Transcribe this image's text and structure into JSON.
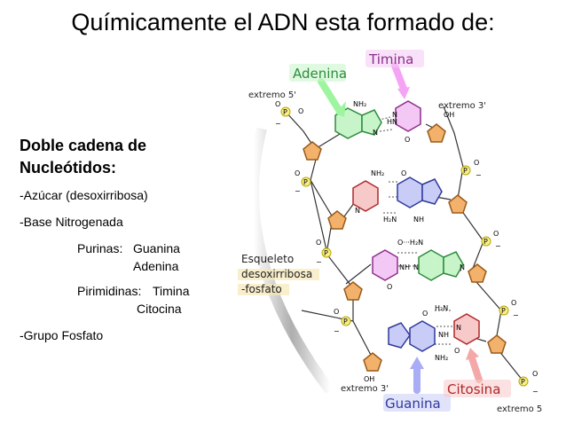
{
  "title": "Químicamente el ADN esta formado de:",
  "left_panel": {
    "heading": "Doble cadena de Nucleótidos:",
    "items": [
      {
        "text": "-Azúcar (desoxirribosa)"
      },
      {
        "text": "-Base Nitrogenada"
      },
      {
        "prefix": "Purinas:",
        "values": [
          "Guanina",
          "Adenina"
        ]
      },
      {
        "prefix": "Pirimidinas:",
        "values": [
          "Timina",
          "Citocina"
        ]
      },
      {
        "text": "-Grupo Fosfato"
      }
    ]
  },
  "diagram": {
    "bases": {
      "adenina": {
        "label": "Adenina",
        "color": "#2e8b3f",
        "fill": "#c7f5c9"
      },
      "timina": {
        "label": "Timina",
        "color": "#8b2e8b",
        "fill": "#f4c8f4"
      },
      "guanina": {
        "label": "Guanina",
        "color": "#2e3a9b",
        "fill": "#c9ccf7"
      },
      "citosina": {
        "label": "Citosina",
        "color": "#b02828",
        "fill": "#f7c9c9"
      }
    },
    "ends": {
      "top_left": "extremo 5'",
      "top_right": "extremo 3'",
      "bottom_left": "extremo 3'",
      "bottom_right": "extremo 5"
    },
    "backbone": [
      "Esqueleto",
      "desoxirribosa",
      "-fosfato"
    ],
    "atoms": {
      "p": "P",
      "oh": "OH",
      "o": "O",
      "minus": "−",
      "nh2": "NH₂",
      "nh": "NH",
      "hn": "HN",
      "n": "N",
      "h2n": "H₂N",
      "o_h2n": "O···H₂N",
      "o_h_n": "O···H—N",
      "n_h_nh": "N···H—N"
    },
    "colors": {
      "sugar_fill": "#f2b26b",
      "sugar_stroke": "#9a5a1a",
      "phosphate_fill": "#f7f08a",
      "phosphate_stroke": "#b9a300",
      "bond": "#333333"
    }
  }
}
